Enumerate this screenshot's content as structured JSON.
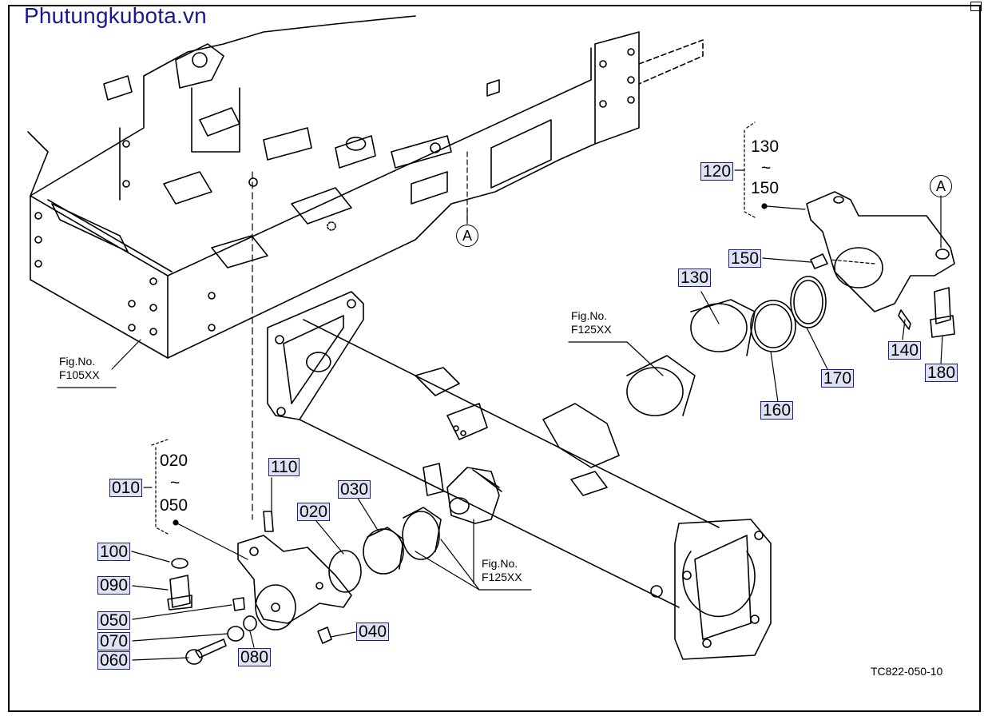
{
  "watermark": "Phutungkubota.vn",
  "diagram_code": "TC822-050-10",
  "figure_refs": {
    "frame": {
      "line1": "Fig.No.",
      "line2": "F105XX"
    },
    "axle_top": {
      "line1": "Fig.No.",
      "line2": "F125XX"
    },
    "axle_bottom": {
      "line1": "Fig.No.",
      "line2": "F125XX"
    }
  },
  "callout_marks": {
    "mark_a": "A"
  },
  "ranges": {
    "r010": {
      "from": "020",
      "tilde": "~",
      "to": "050"
    },
    "r120": {
      "from": "130",
      "tilde": "~",
      "to": "150"
    }
  },
  "parts": {
    "p010": "010",
    "p020": "020",
    "p030": "030",
    "p040": "040",
    "p050": "050",
    "p060": "060",
    "p070": "070",
    "p080": "080",
    "p090": "090",
    "p100": "100",
    "p110": "110",
    "p120": "120",
    "p130": "130",
    "p140": "140",
    "p150": "150",
    "p160": "160",
    "p170": "170",
    "p180": "180"
  },
  "colors": {
    "label_fill": "#dde3f2",
    "label_border": "#1e1e8a",
    "watermark": "#1a1a8c",
    "line": "#000000"
  }
}
